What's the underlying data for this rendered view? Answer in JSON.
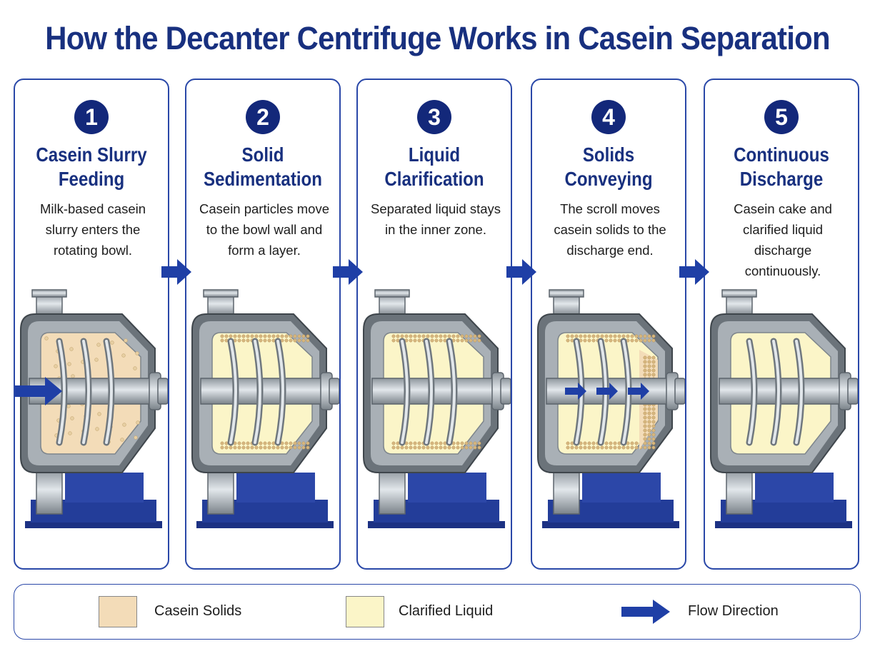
{
  "title": "How the Decanter Centrifuge Works in Casein Separation",
  "steps": [
    {
      "number": "1",
      "title_lines": [
        "Casein Slurry",
        "Feeding"
      ],
      "desc_lines": [
        "Milk-based casein",
        "slurry enters the",
        "rotating bowl."
      ],
      "solid_state": "full-bowl",
      "feed_arrow": true,
      "conveying_arrows": false
    },
    {
      "number": "2",
      "title_lines": [
        "Solid",
        "Sedimentation"
      ],
      "desc_lines": [
        "Casein particles move",
        "to the bowl wall and",
        "form a layer."
      ],
      "solid_state": "wall-layer",
      "feed_arrow": false,
      "conveying_arrows": false
    },
    {
      "number": "3",
      "title_lines": [
        "Liquid",
        "Clarification"
      ],
      "desc_lines": [
        "Separated liquid stays",
        "in the inner zone."
      ],
      "solid_state": "wall-layer",
      "feed_arrow": false,
      "conveying_arrows": false
    },
    {
      "number": "4",
      "title_lines": [
        "Solids",
        "Conveying"
      ],
      "desc_lines": [
        "The scroll moves",
        "casein solids to the",
        "discharge end."
      ],
      "solid_state": "conveying",
      "feed_arrow": false,
      "conveying_arrows": true
    },
    {
      "number": "5",
      "title_lines": [
        "Continuous",
        "Discharge"
      ],
      "desc_lines": [
        "Casein cake and",
        "clarified liquid",
        "discharge",
        "continuously."
      ],
      "solid_state": "discharged",
      "feed_arrow": false,
      "conveying_arrows": false
    }
  ],
  "legend": {
    "solids_label": "Casein Solids",
    "liquid_label": "Clarified Liquid",
    "flow_label": "Flow Direction"
  },
  "colors": {
    "title_blue": "#18307f",
    "badge_blue": "#13287a",
    "border_blue": "#2a48a8",
    "arrow_blue": "#1f3fa6",
    "base_blue": "#233d99",
    "casein_solids": "#f3dcb8",
    "clarified_liquid": "#fbf5c8",
    "casein_particles": "#d7b77f",
    "steel_dark": "#5c646c",
    "steel_light": "#e2e7eb"
  },
  "icons": {
    "step_arrow": "right-arrow-icon",
    "feed_arrow": "feed-arrow-icon",
    "conveying_arrow": "conveying-arrow-icon",
    "legend_flow": "flow-direction-arrow-icon"
  }
}
